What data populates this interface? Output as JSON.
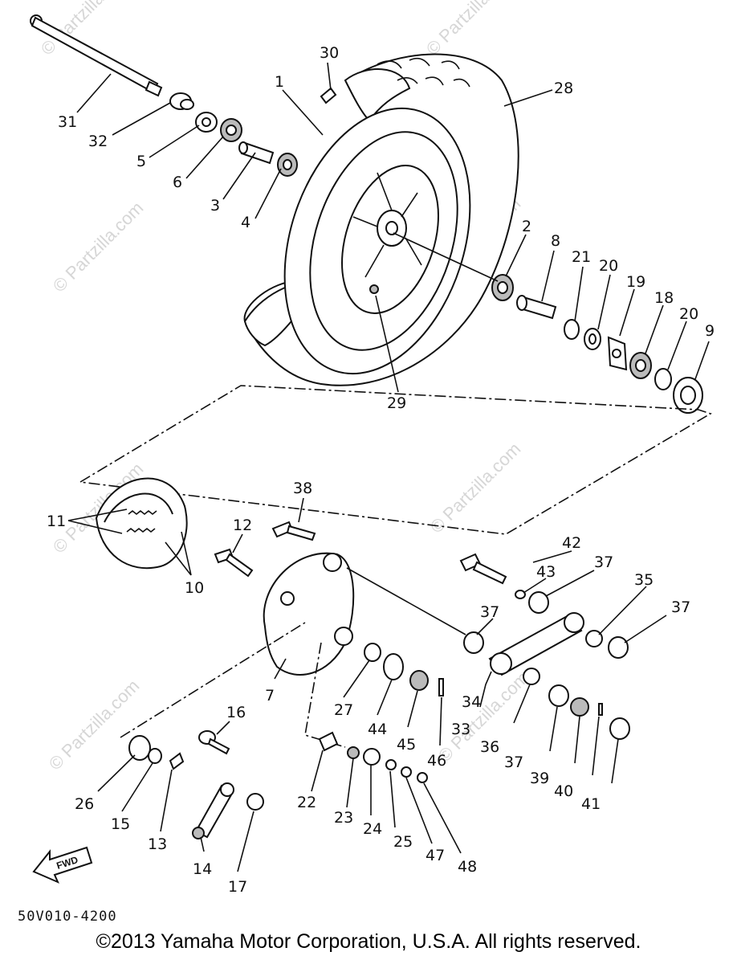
{
  "watermark_text": "© Partzilla.com",
  "diagram_code": "50V010-4200",
  "fwd_label": "FWD",
  "copyright": "©2013  Yamaha Motor Corporation, U.S.A. All rights reserved.",
  "callouts": {
    "c1": "1",
    "c2": "2",
    "c3": "3",
    "c4": "4",
    "c5": "5",
    "c6": "6",
    "c7": "7",
    "c8": "8",
    "c9": "9",
    "c10": "10",
    "c11": "11",
    "c12": "12",
    "c13": "13",
    "c14": "14",
    "c15": "15",
    "c16": "16",
    "c17": "17",
    "c18": "18",
    "c19": "19",
    "c20a": "20",
    "c20b": "20",
    "c21": "21",
    "c22": "22",
    "c23": "23",
    "c24": "24",
    "c25": "25",
    "c26": "26",
    "c27": "27",
    "c28": "28",
    "c29": "29",
    "c30": "30",
    "c31": "31",
    "c32": "32",
    "c33": "33",
    "c34": "34",
    "c35": "35",
    "c36": "36",
    "c37a": "37",
    "c37b": "37",
    "c37c": "37",
    "c37d": "37",
    "c38": "38",
    "c39": "39",
    "c40": "40",
    "c41": "41",
    "c42": "42",
    "c43": "43",
    "c44": "44",
    "c45": "45",
    "c46": "46",
    "c47": "47",
    "c48": "48"
  }
}
